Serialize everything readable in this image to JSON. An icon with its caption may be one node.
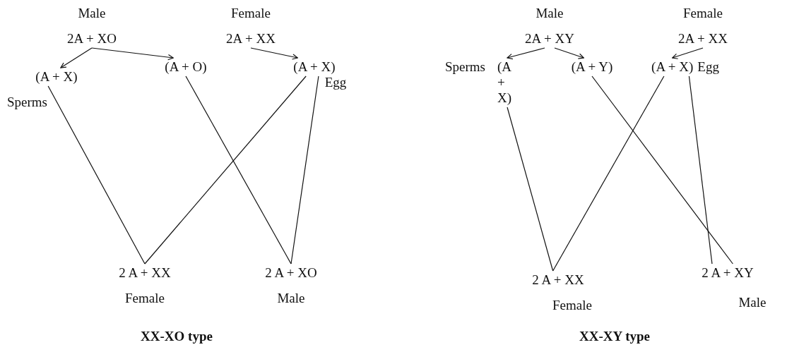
{
  "diagram": {
    "nodes": [
      {
        "text": [
          "2A + XO"
        ],
        "beside": [
          "Male"
        ]
      },
      {
        "text": [
          "(A + X)"
        ]
      },
      {
        "text": [
          "(A + O)"
        ]
      },
      {
        "text": [
          "2A + XX"
        ],
        "beside": [
          "Female"
        ]
      },
      {
        "text": [
          "(A + X)"
        ],
        "beside": [
          "Egg"
        ]
      },
      {
        "text": [
          "2 A + XX"
        ],
        "beside": [
          "Female"
        ]
      },
      {
        "text": [
          "2 A + XO"
        ],
        "beside": [
          "Male"
        ]
      },
      {
        "text": [
          "2A + XY"
        ],
        "beside": [
          "Male"
        ]
      },
      {
        "text": [
          "(A + X)"
        ]
      },
      {
        "text": [
          "(A + Y)"
        ]
      },
      {
        "text": [
          "2A + XX"
        ],
        "beside": [
          "Female"
        ]
      },
      {
        "text": [
          "(A + X)"
        ],
        "beside": [
          "Egg"
        ]
      },
      {
        "text": [
          "2 A + XX"
        ],
        "beside": [
          "Female"
        ]
      },
      {
        "text": [
          "2 A + XY"
        ],
        "beside": [
          "Male"
        ]
      }
    ],
    "edges": [
      {
        "from": 0,
        "to": 1,
        "arrow": "to"
      },
      {
        "from": 0,
        "to": 2,
        "arrow": "to"
      },
      {
        "from": 3,
        "to": 4,
        "arrow": "to"
      },
      {
        "from": 1,
        "to": 5,
        "arrow": "none"
      },
      {
        "from": 4,
        "to": 5,
        "arrow": "none"
      },
      {
        "from": 2,
        "to": 6,
        "arrow": "none"
      },
      {
        "from": 4,
        "to": 6,
        "arrow": "none"
      },
      {
        "from": 7,
        "to": 8,
        "arrow": "to"
      },
      {
        "from": 7,
        "to": 9,
        "arrow": "to"
      },
      {
        "from": 10,
        "to": 11,
        "arrow": "to"
      },
      {
        "from": 8,
        "to": 12,
        "arrow": "none"
      },
      {
        "from": 11,
        "to": 12,
        "arrow": "none"
      },
      {
        "from": 9,
        "to": 13,
        "arrow": "none"
      },
      {
        "from": 11,
        "to": 13,
        "arrow": "none"
      }
    ],
    "labels": [
      "Sperms",
      "Sperms",
      "XX-XO type",
      "XX-XY type"
    ]
  }
}
